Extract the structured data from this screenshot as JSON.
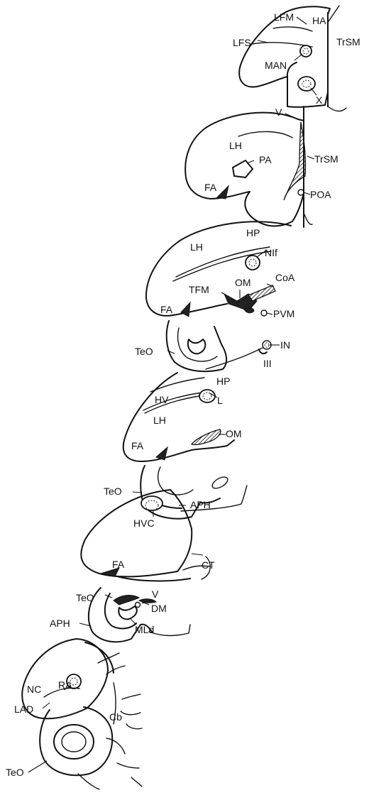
{
  "labels": {
    "lfm": "LFM",
    "ha": "HA",
    "lfs": "LFS",
    "trsm_1": "TrSM",
    "man": "MAN",
    "x": "X",
    "v_1": "V",
    "lh_1": "LH",
    "trsm_2": "TrSM",
    "pa": "PA",
    "fa_1": "FA",
    "poa": "POA",
    "hp_1": "HP",
    "lh_2": "LH",
    "nif": "NIf",
    "om_1": "OM",
    "coa": "CoA",
    "tfm": "TFM",
    "fa_2": "FA",
    "pvm": "PVM",
    "teo_1": "TeO",
    "in": "IN",
    "iii": "III",
    "hv": "HV",
    "hp_2": "HP",
    "l": "L",
    "lh_3": "LH",
    "om_2": "OM",
    "fa_3": "FA",
    "teo_2": "TeO",
    "aph_1": "APH",
    "hvc": "HVC",
    "fa_4": "FA",
    "ct": "CT",
    "teo_3": "TeO",
    "v_2": "V",
    "dm": "DM",
    "aph_2": "APH",
    "mld": "MLd",
    "nc": "NC",
    "ra": "RA",
    "lad": "LAD",
    "cb": "Cb",
    "teo_4": "TeO"
  }
}
